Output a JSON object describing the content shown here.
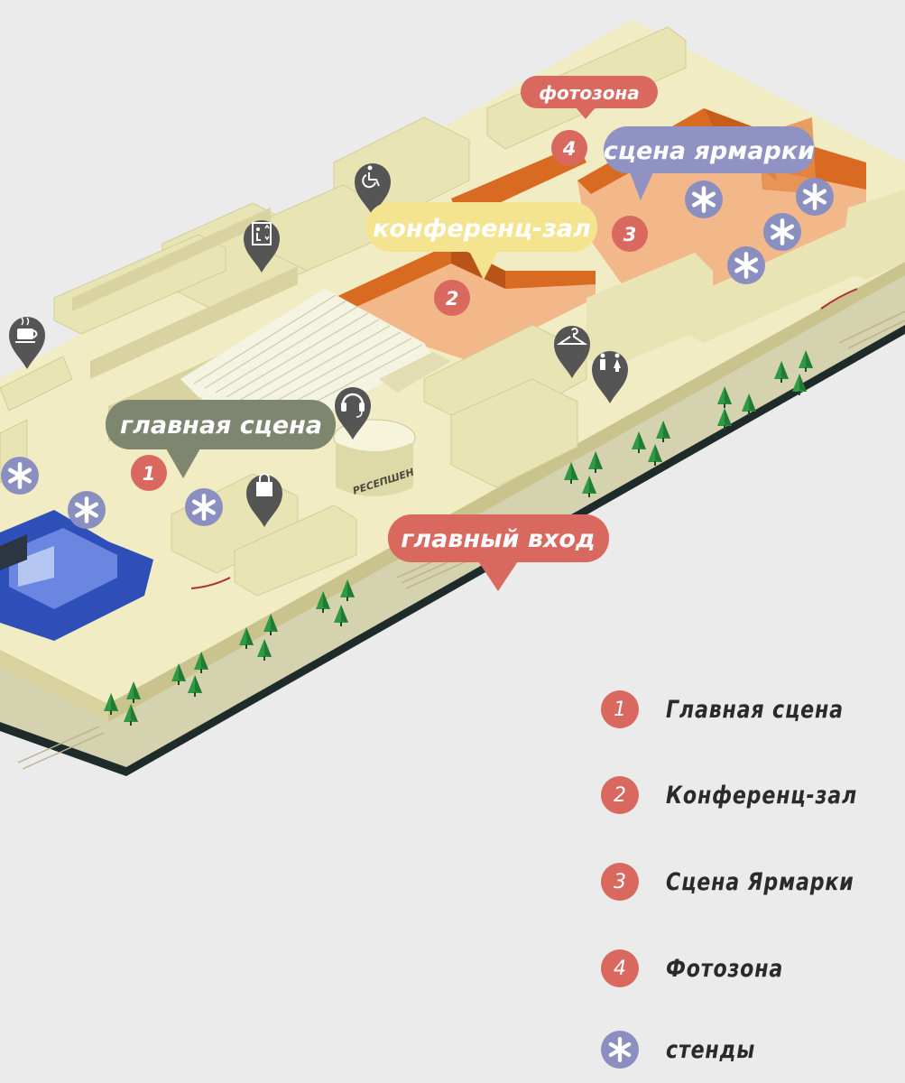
{
  "map": {
    "labels": {
      "photozone": "фотозона",
      "fair_stage": "сцена ярмарки",
      "conference": "конференц-зал",
      "main_stage": "главная сцена",
      "main_entrance": "главный вход",
      "reception": "РЕСЕПШЕН"
    },
    "zone_numbers": {
      "main_stage": "1",
      "conference": "2",
      "fair_stage": "3",
      "photozone": "4"
    },
    "pins": [
      {
        "icon": "coffee-icon"
      },
      {
        "icon": "elevator-icon"
      },
      {
        "icon": "wheelchair-icon"
      },
      {
        "icon": "headphones-icon"
      },
      {
        "icon": "hanger-icon"
      },
      {
        "icon": "restroom-icon"
      },
      {
        "icon": "shopping-bag-icon"
      }
    ]
  },
  "legend": [
    {
      "badge": "1",
      "label": "Главная сцена"
    },
    {
      "badge": "2",
      "label": "Конференц-зал"
    },
    {
      "badge": "3",
      "label": "Сцена Ярмарки"
    },
    {
      "badge": "4",
      "label": "Фотозона"
    },
    {
      "badge": "",
      "label": "стенды",
      "icon": "asterisk-icon"
    }
  ],
  "colors": {
    "background": "#ebebeb",
    "floor": "#f1ecc4",
    "wall": "#dedaa8",
    "zone_orange": "#f3b88a",
    "wall_orange": "#d96a22",
    "water_blue": "#2f4fb8",
    "number_badge": "#d9685f",
    "stand_badge": "#8b8fbf",
    "label_yellow": "#f5e48f",
    "label_lilac": "#8f92c2",
    "label_olive": "#7f866f",
    "label_red": "#d9685f",
    "pin_grey": "#555555",
    "tree_green": "#2f9a44"
  }
}
